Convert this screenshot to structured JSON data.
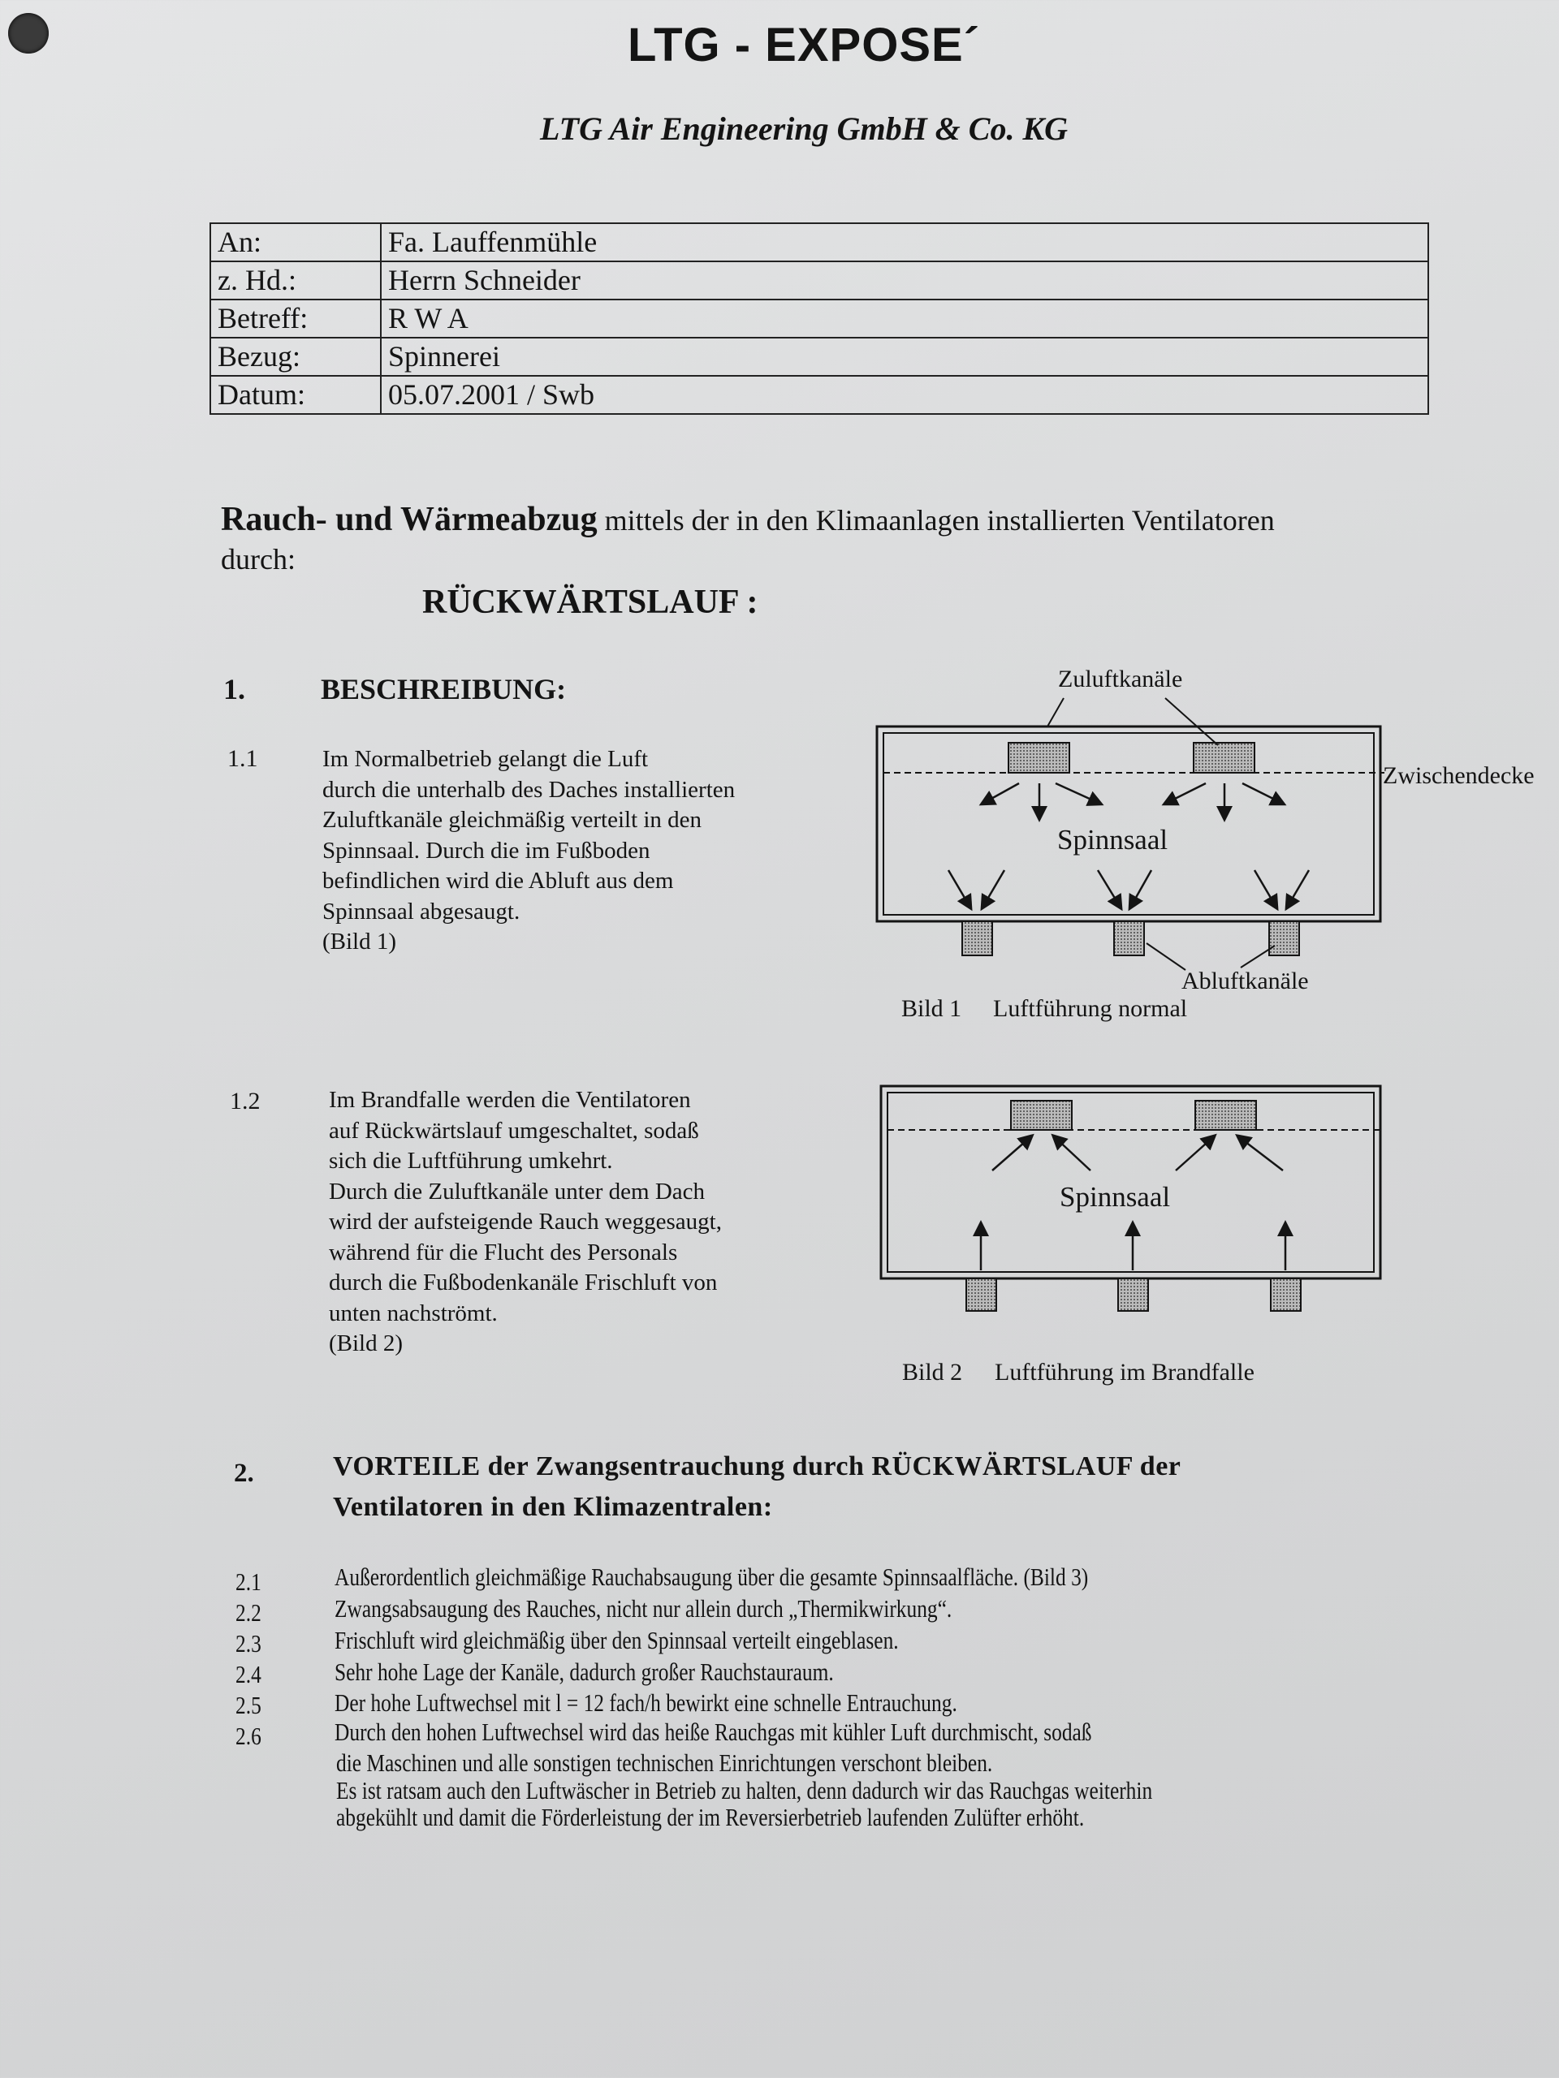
{
  "header": {
    "title": "LTG - EXPOSE´",
    "company": "LTG Air Engineering GmbH & Co. KG"
  },
  "info_table": [
    {
      "label": "An:",
      "value": "Fa. Lauffenmühle"
    },
    {
      "label": "z. Hd.:",
      "value": "Herrn Schneider"
    },
    {
      "label": "Betreff:",
      "value": "R W A"
    },
    {
      "label": "Bezug:",
      "value": "Spinnerei"
    },
    {
      "label": "Datum:",
      "value": "05.07.2001 / Swb"
    }
  ],
  "intro": {
    "bold": "Rauch- und Wärmeabzug",
    "rest": " mittels der in den Klimaanlagen installierten Ventilatoren",
    "line2": "durch:",
    "subheading": "RÜCKWÄRTSLAUF :"
  },
  "section1": {
    "number": "1.",
    "title": "BESCHREIBUNG:",
    "items": [
      {
        "number": "1.1",
        "text": "Im Normalbetrieb gelangt die Luft\ndurch die unterhalb des Daches installierten\nZuluftkanäle gleichmäßig verteilt in den\nSpinnsaal. Durch die im Fußboden\nbefindlichen wird die Abluft aus dem\nSpinnsaal abgesaugt.\n(Bild 1)"
      },
      {
        "number": "1.2",
        "text": "Im Brandfalle werden die Ventilatoren\nauf Rückwärtslauf umgeschaltet, sodaß\nsich die Luftführung umkehrt.\nDurch die Zuluftkanäle unter dem Dach\nwird der aufsteigende Rauch weggesaugt,\nwährend für die Flucht des Personals\ndurch die Fußbodenkanäle Frischluft von\nunten nachströmt.\n(Bild 2)"
      }
    ]
  },
  "figure1": {
    "label_supply": "Zuluftkanäle",
    "label_ceiling": "Zwischendecke",
    "label_room": "Spinnsaal",
    "label_exhaust": "Abluftkanäle",
    "caption_num": "Bild 1",
    "caption": "Luftführung normal"
  },
  "figure2": {
    "label_room": "Spinnsaal",
    "caption_num": "Bild 2",
    "caption": "Luftführung im Brandfalle"
  },
  "section2": {
    "number": "2.",
    "title_line1": "VORTEILE der Zwangsentrauchung durch RÜCKWÄRTSLAUF der",
    "title_line2": "Ventilatoren in den Klimazentralen:",
    "items": [
      {
        "number": "2.1",
        "text": "Außerordentlich gleichmäßige Rauchabsaugung über die gesamte Spinnsaalfläche.  (Bild 3)"
      },
      {
        "number": "2.2",
        "text": "Zwangsabsaugung des Rauches, nicht nur allein durch „Thermikwirkung“."
      },
      {
        "number": "2.3",
        "text": "Frischluft wird gleichmäßig über den Spinnsaal verteilt eingeblasen."
      },
      {
        "number": "2.4",
        "text": "Sehr hohe Lage der Kanäle, dadurch großer Rauchstauraum."
      },
      {
        "number": "2.5",
        "text": "Der hohe Luftwechsel mit l = 12 fach/h bewirkt eine schnelle Entrauchung."
      },
      {
        "number": "2.6",
        "text": "Durch den hohen Luftwechsel wird das heiße Rauchgas mit kühler Luft durchmischt, sodaß"
      }
    ],
    "continuation": [
      "die Maschinen und alle sonstigen technischen Einrichtungen verschont bleiben.",
      "Es ist ratsam auch den Luftwäscher in Betrieb zu halten, denn dadurch wir das Rauchgas weiterhin",
      "abgekühlt und damit die Förderleistung der im Reversierbetrieb laufenden Zulüfter erhöht."
    ]
  }
}
